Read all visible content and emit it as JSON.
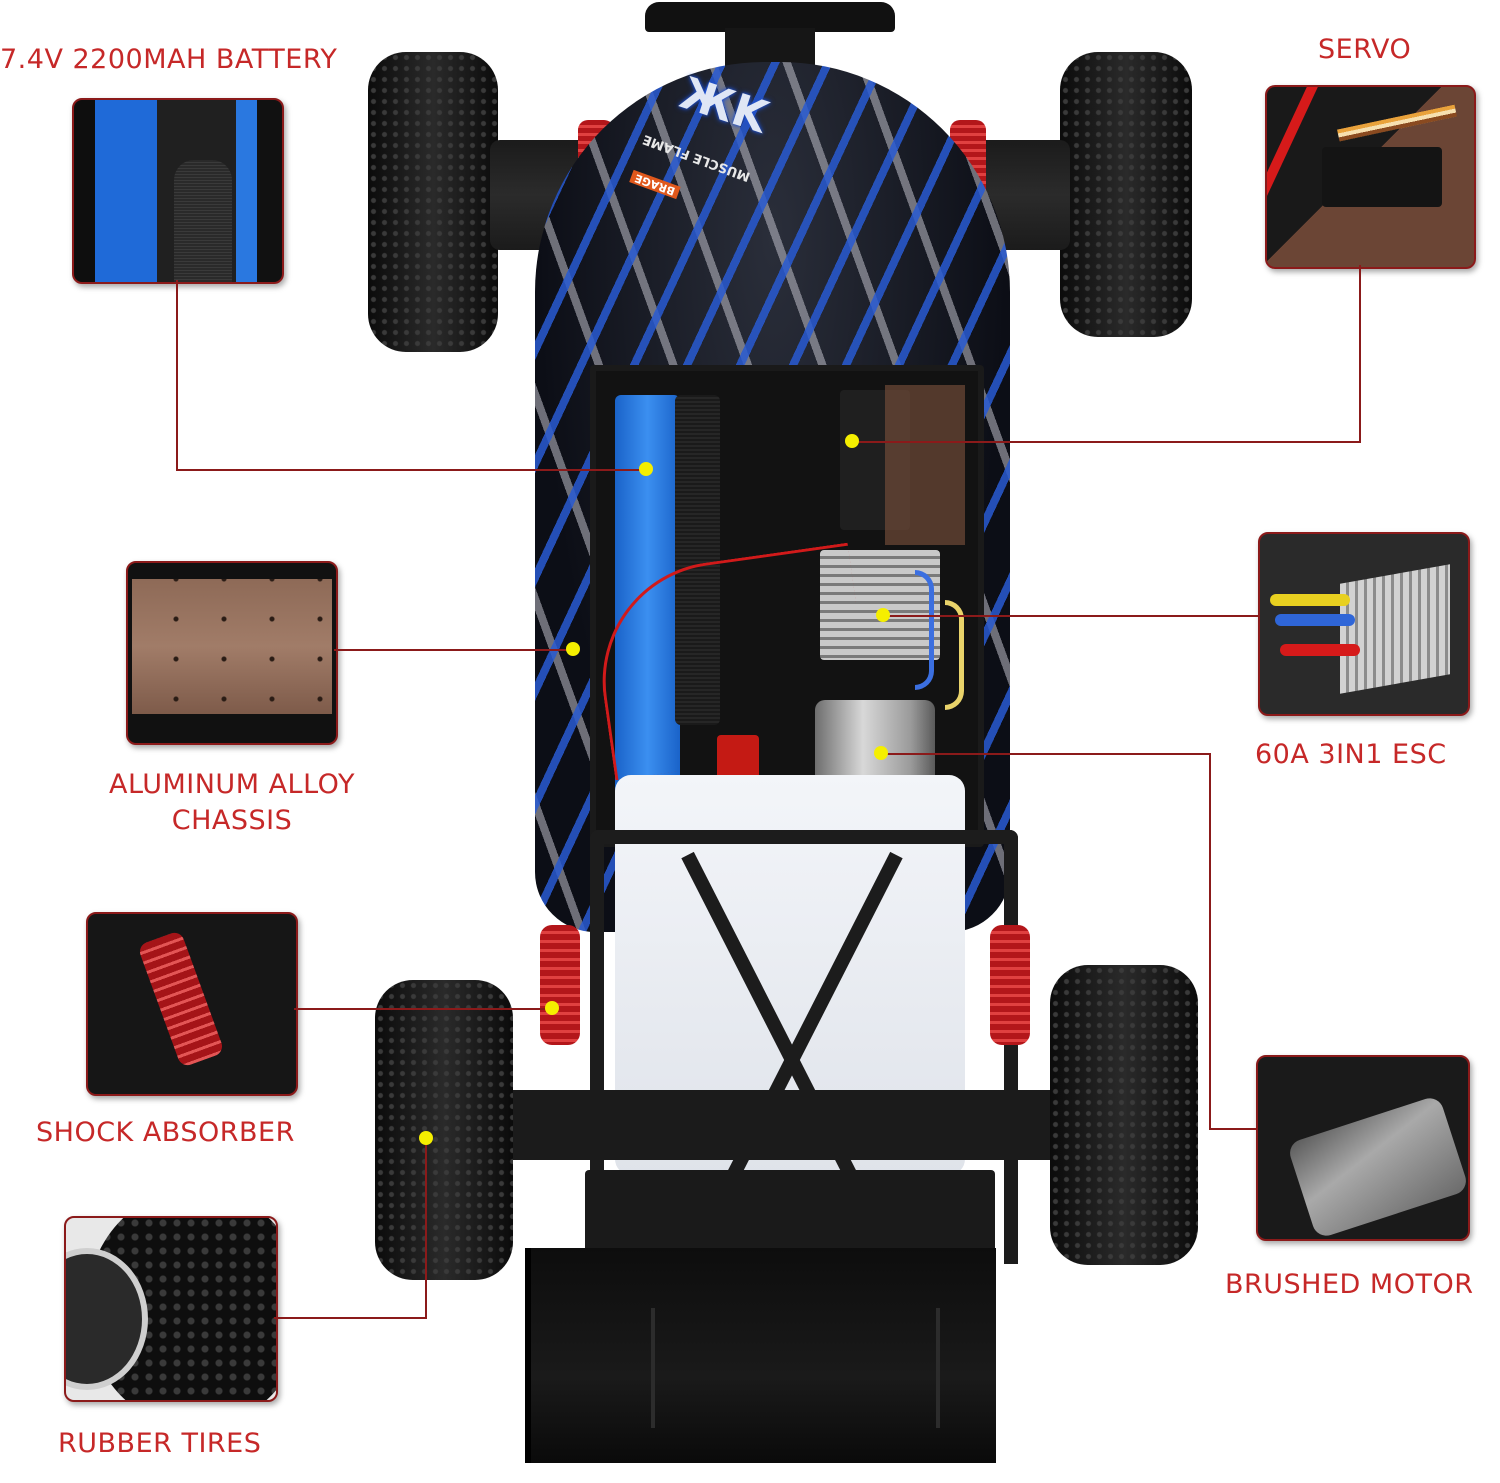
{
  "infographic": {
    "subject": "RC buggy top view with labeled components",
    "accent_color": "#c62828",
    "line_color": "#8b1a1a",
    "marker_color": "#f5ef00",
    "body_decal": {
      "logo_text": "ЖK",
      "sub_text": "MUSCLE FLAME",
      "badge_text": "BRAGE"
    },
    "callouts": [
      {
        "id": "battery",
        "label": "7.4V 2200MAH BATTERY",
        "inset": "battery-closeup"
      },
      {
        "id": "servo",
        "label": "SERVO",
        "inset": "servo-closeup"
      },
      {
        "id": "chassis",
        "label_line1": "ALUMINUM ALLOY",
        "label_line2": "CHASSIS",
        "inset": "chassis-closeup"
      },
      {
        "id": "esc",
        "label": "60A 3IN1 ESC",
        "inset": "esc-closeup"
      },
      {
        "id": "shock",
        "label": "SHOCK ABSORBER",
        "inset": "shock-closeup"
      },
      {
        "id": "motor",
        "label": "BRUSHED MOTOR",
        "inset": "motor-closeup"
      },
      {
        "id": "tires",
        "label": "RUBBER TIRES",
        "inset": "tire-closeup"
      }
    ]
  }
}
